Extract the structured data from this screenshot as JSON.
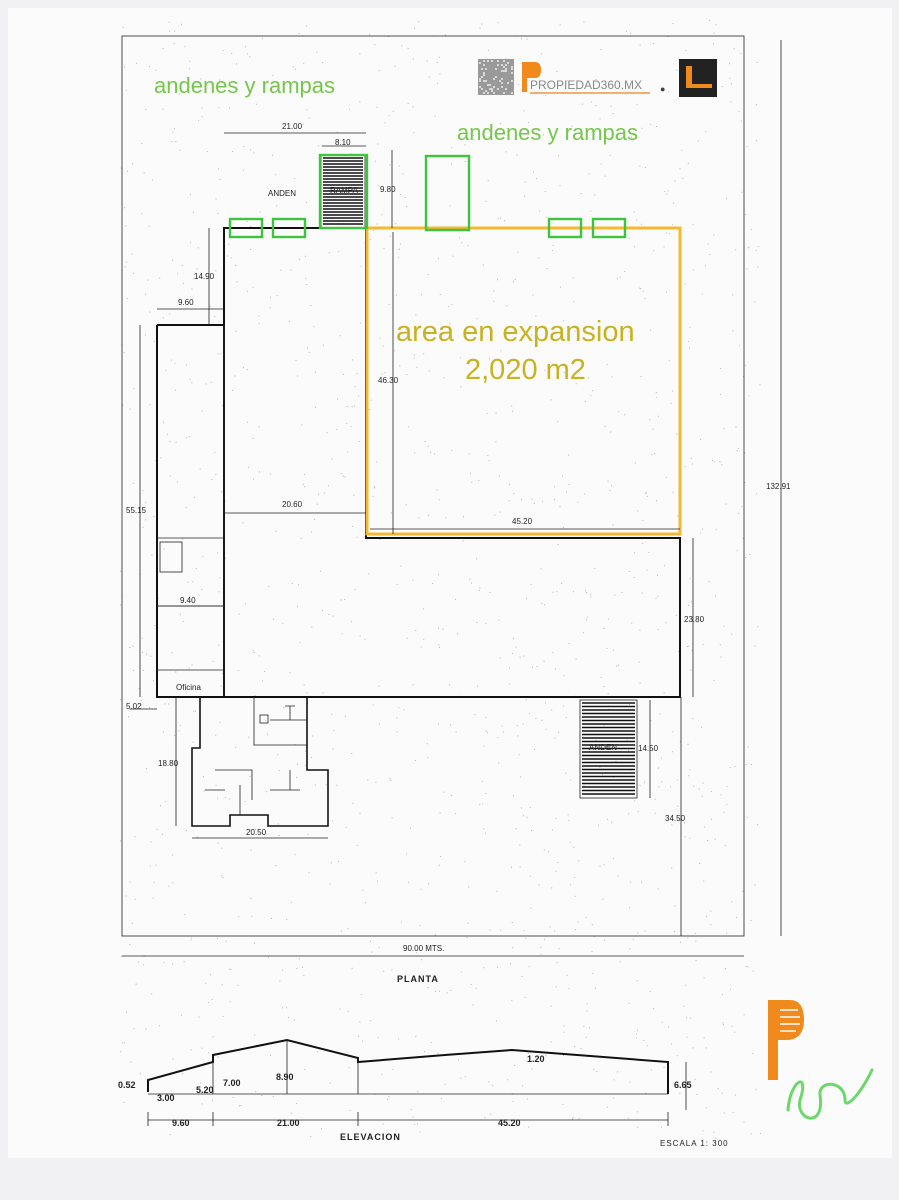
{
  "annotations": {
    "ramps_left": "andenes y rampas",
    "ramps_right": "andenes y rampas",
    "expansion_title": "area en expansion",
    "expansion_area": "2,020 m2"
  },
  "brand": {
    "name": "PROPIEDAD360.MX",
    "accent_color": "#f08a1c"
  },
  "colors": {
    "green": "#3fc43f",
    "yellow": "#f5b82e",
    "ink": "#111111"
  },
  "plan": {
    "title": "PLANTA",
    "anden_top": "ANDEN",
    "rampa_top": "RAMPA",
    "anden_bottom": "ANDEN",
    "oficina": "Oficina",
    "dims": {
      "d21_00_top": "21.00",
      "d8_10": "8.10",
      "d9_80": "9.80",
      "d14_90": "14.90",
      "d9_60": "9.60",
      "d46_30": "46.30",
      "d55_15": "55.15",
      "d20_60": "20.60",
      "d45_20": "45.20",
      "d9_40": "9.40",
      "d23_80": "23.80",
      "d5_02": "5.02",
      "d18_80": "18.80",
      "d14_50": "14.50",
      "d20_50": "20.50",
      "d34_50": "34.50",
      "d132_91": "132.91",
      "d90_00": "90.00 MTS."
    }
  },
  "elevation": {
    "title": "ELEVACION",
    "scale": "ESCALA 1: 300",
    "dims": {
      "e0_52": "0.52",
      "e3_00": "3.00",
      "e5_20": "5.20",
      "e7_00": "7.00",
      "e8_90": "8.90",
      "e1_20": "1.20",
      "e6_65": "6.65",
      "e9_60": "9.60",
      "e21_00": "21.00",
      "e45_20": "45.20"
    }
  }
}
